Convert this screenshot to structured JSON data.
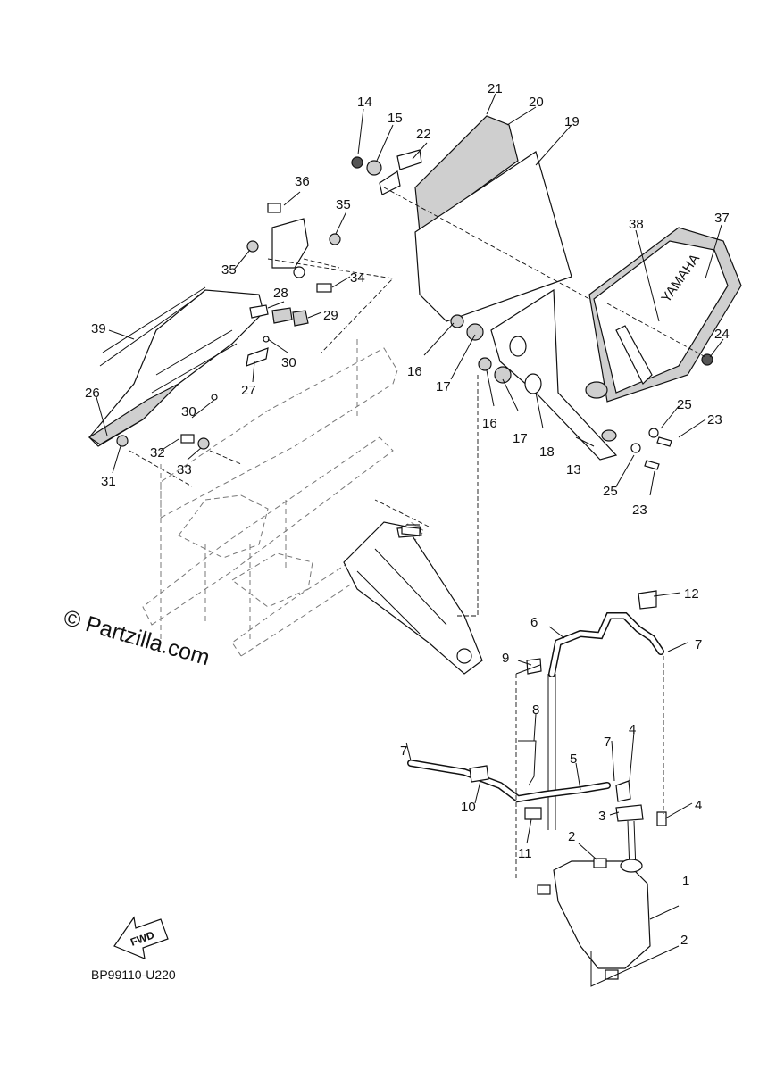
{
  "diagram": {
    "watermark": "© Partzilla.com",
    "code": "BP99110-U220",
    "fwd_label": "FWD",
    "brand_label": "YAMAHA",
    "callouts": [
      {
        "id": "c1",
        "label": "1"
      },
      {
        "id": "c2a",
        "label": "2"
      },
      {
        "id": "c2b",
        "label": "2"
      },
      {
        "id": "c3",
        "label": "3"
      },
      {
        "id": "c4a",
        "label": "4"
      },
      {
        "id": "c4b",
        "label": "4"
      },
      {
        "id": "c5",
        "label": "5"
      },
      {
        "id": "c6",
        "label": "6"
      },
      {
        "id": "c7a",
        "label": "7"
      },
      {
        "id": "c7b",
        "label": "7"
      },
      {
        "id": "c7c",
        "label": "7"
      },
      {
        "id": "c8",
        "label": "8"
      },
      {
        "id": "c9",
        "label": "9"
      },
      {
        "id": "c10",
        "label": "10"
      },
      {
        "id": "c11",
        "label": "11"
      },
      {
        "id": "c12",
        "label": "12"
      },
      {
        "id": "c13",
        "label": "13"
      },
      {
        "id": "c14",
        "label": "14"
      },
      {
        "id": "c15",
        "label": "15"
      },
      {
        "id": "c16a",
        "label": "16"
      },
      {
        "id": "c16b",
        "label": "16"
      },
      {
        "id": "c17a",
        "label": "17"
      },
      {
        "id": "c17b",
        "label": "17"
      },
      {
        "id": "c18",
        "label": "18"
      },
      {
        "id": "c19",
        "label": "19"
      },
      {
        "id": "c20",
        "label": "20"
      },
      {
        "id": "c21",
        "label": "21"
      },
      {
        "id": "c22",
        "label": "22"
      },
      {
        "id": "c23a",
        "label": "23"
      },
      {
        "id": "c23b",
        "label": "23"
      },
      {
        "id": "c24",
        "label": "24"
      },
      {
        "id": "c25a",
        "label": "25"
      },
      {
        "id": "c25b",
        "label": "25"
      },
      {
        "id": "c26",
        "label": "26"
      },
      {
        "id": "c27",
        "label": "27"
      },
      {
        "id": "c28",
        "label": "28"
      },
      {
        "id": "c29",
        "label": "29"
      },
      {
        "id": "c30a",
        "label": "30"
      },
      {
        "id": "c30b",
        "label": "30"
      },
      {
        "id": "c31",
        "label": "31"
      },
      {
        "id": "c32",
        "label": "32"
      },
      {
        "id": "c33",
        "label": "33"
      },
      {
        "id": "c34",
        "label": "34"
      },
      {
        "id": "c35a",
        "label": "35"
      },
      {
        "id": "c35b",
        "label": "35"
      },
      {
        "id": "c36",
        "label": "36"
      },
      {
        "id": "c37",
        "label": "37"
      },
      {
        "id": "c38",
        "label": "38"
      },
      {
        "id": "c39",
        "label": "39"
      }
    ]
  }
}
